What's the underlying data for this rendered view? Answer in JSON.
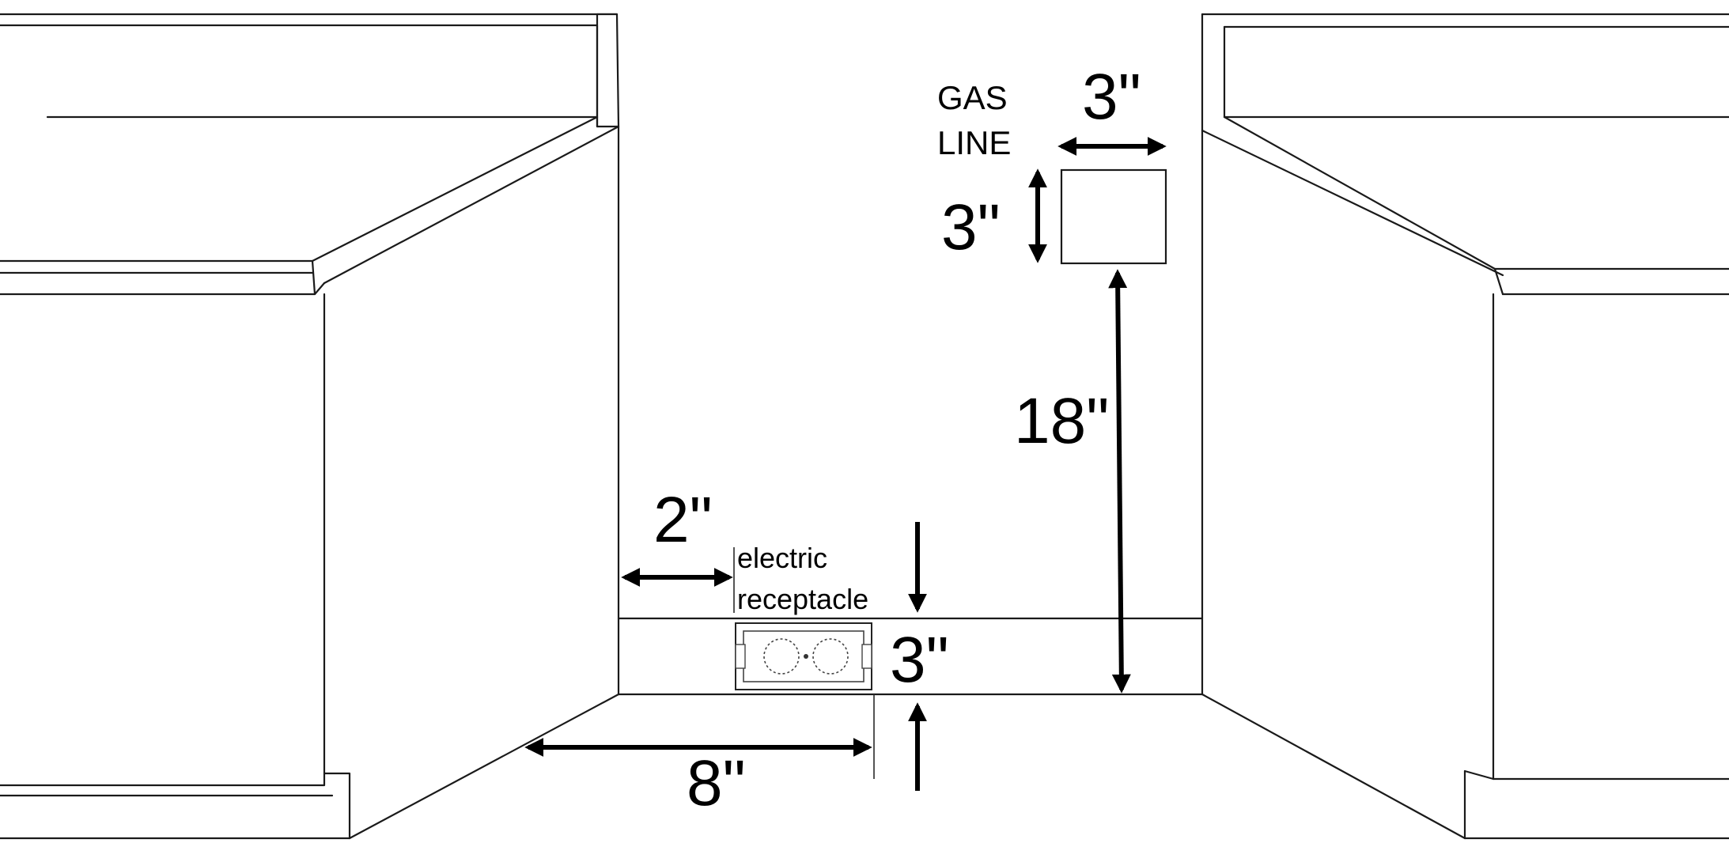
{
  "gas_line": {
    "label_line1": "GAS",
    "label_line2": "LINE",
    "width": "3\"",
    "height": "3\"",
    "height_above_floor": "18\""
  },
  "electric_receptacle": {
    "label_line1": "electric",
    "label_line2": "receptacle",
    "offset_from_left_wall": "2\"",
    "height": "3\"",
    "offset_from_cabinet_front": "8\""
  }
}
